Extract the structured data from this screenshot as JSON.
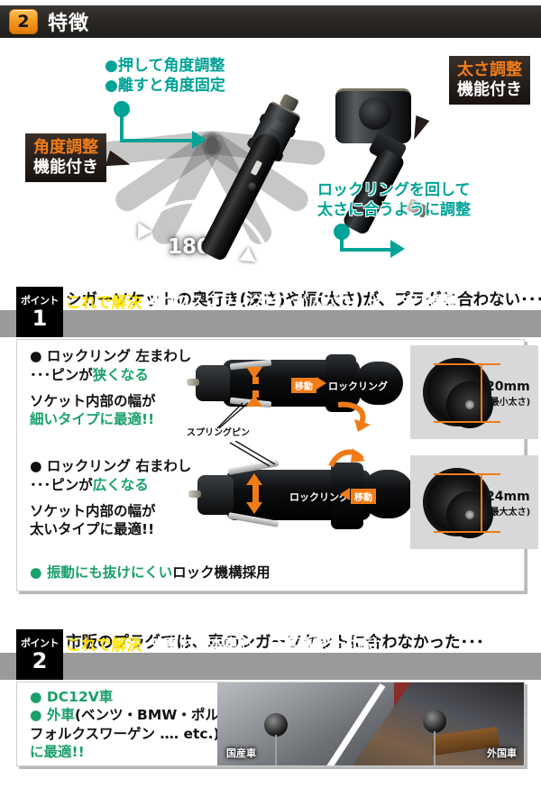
{
  "header": {
    "badge": "2",
    "title": "特徴"
  },
  "hero": {
    "left_note_line1": "●押して角度調整",
    "left_note_line2": "●離すと角度固定",
    "left_badge_line1": "角度調整",
    "left_badge_line2": "機能付き",
    "angle_label": "180°",
    "right_badge_line1": "太さ調整",
    "right_badge_line2": "機能付き",
    "right_note_line1": "ロックリングを回して",
    "right_note_line2": "太さに合うように調整"
  },
  "point1": {
    "badge_label": "ポイント",
    "badge_number": "1",
    "title": "シガーソケットの奥行き(深さ)や幅(太さ)が、プラグと合わない･･･",
    "solve_label": "これで解決",
    "solve_text": "4つのスプリングピンが広がり、ピッタリ調整",
    "rows": [
      {
        "line1_black": "● ロックリング 左まわし",
        "line2_black": "･･･ピンが",
        "line2_green": "狭くなる",
        "line3_black": "ソケット内部の幅が",
        "line4_green": "細いタイプに最適!!",
        "photo_tag_move": "移動",
        "photo_tag_ring": "ロックリング",
        "pin_label": "スプリングピン",
        "measure_value": "20mm",
        "measure_sub": "(最小太さ)"
      },
      {
        "line1_black": "● ロックリング 右まわし",
        "line2_black": "･･･ピンが",
        "line2_green": "広くなる",
        "line3_black": "ソケット内部の幅が",
        "line4_green": "太いタイプに最適!!",
        "photo_tag_move": "移動",
        "photo_tag_ring": "ロックリング",
        "measure_value": "24mm",
        "measure_sub": "(最大太さ)"
      }
    ],
    "lock_line_green": "● 振動にも抜けにくい",
    "lock_line_black": "ロック機構採用"
  },
  "point2": {
    "badge_label": "ポイント",
    "badge_number": "2",
    "title": "市販のプラグでは、車のシガーソケットに合わなかった･･･",
    "solve_label": "これで解決",
    "solve_text": "外車も日本車も、全車種完全対応!!",
    "line1_green": "● DC12V車",
    "line2_green": "● 外車",
    "line2_black": "(ベンツ・BMW・ポルシェ・",
    "line3_black": "フォルクスワーゲン ‥‥ etc.)",
    "line4_green": "に最適!!",
    "photo_label_domestic": "国産車",
    "photo_label_foreign": "外国車"
  },
  "colors": {
    "accent_orange": "#f07c18",
    "teal": "#00a396",
    "green": "#1aa06a",
    "yellow": "#ffe400",
    "bar_gray": "#9a9a9a"
  }
}
